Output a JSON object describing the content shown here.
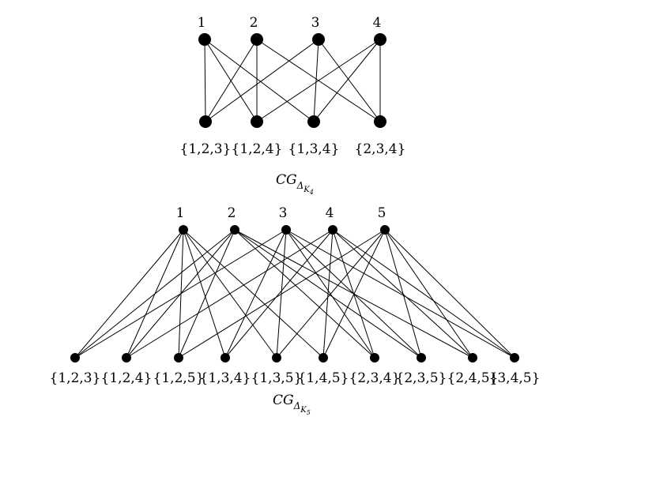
{
  "graphs": [
    {
      "caption": {
        "main": "CG",
        "sub1": "Δ",
        "sub2": "K",
        "sub3": "4"
      },
      "top_nodes": [
        "1",
        "2",
        "3",
        "4"
      ],
      "bottom_nodes": [
        "{1,2,3}",
        "{1,2,4}",
        "{1,3,4}",
        "{2,3,4}"
      ]
    },
    {
      "caption": {
        "main": "CG",
        "sub1": "Δ",
        "sub2": "K",
        "sub3": "5"
      },
      "top_nodes": [
        "1",
        "2",
        "3",
        "4",
        "5"
      ],
      "bottom_nodes": [
        "{1,2,3}",
        "{1,2,4}",
        "{1,2,5}",
        "{1,3,4}",
        "{1,3,5}",
        "{1,4,5}",
        "{2,3,4}",
        "{2,3,5}",
        "{2,4,5}",
        "{3,4,5}"
      ]
    }
  ]
}
